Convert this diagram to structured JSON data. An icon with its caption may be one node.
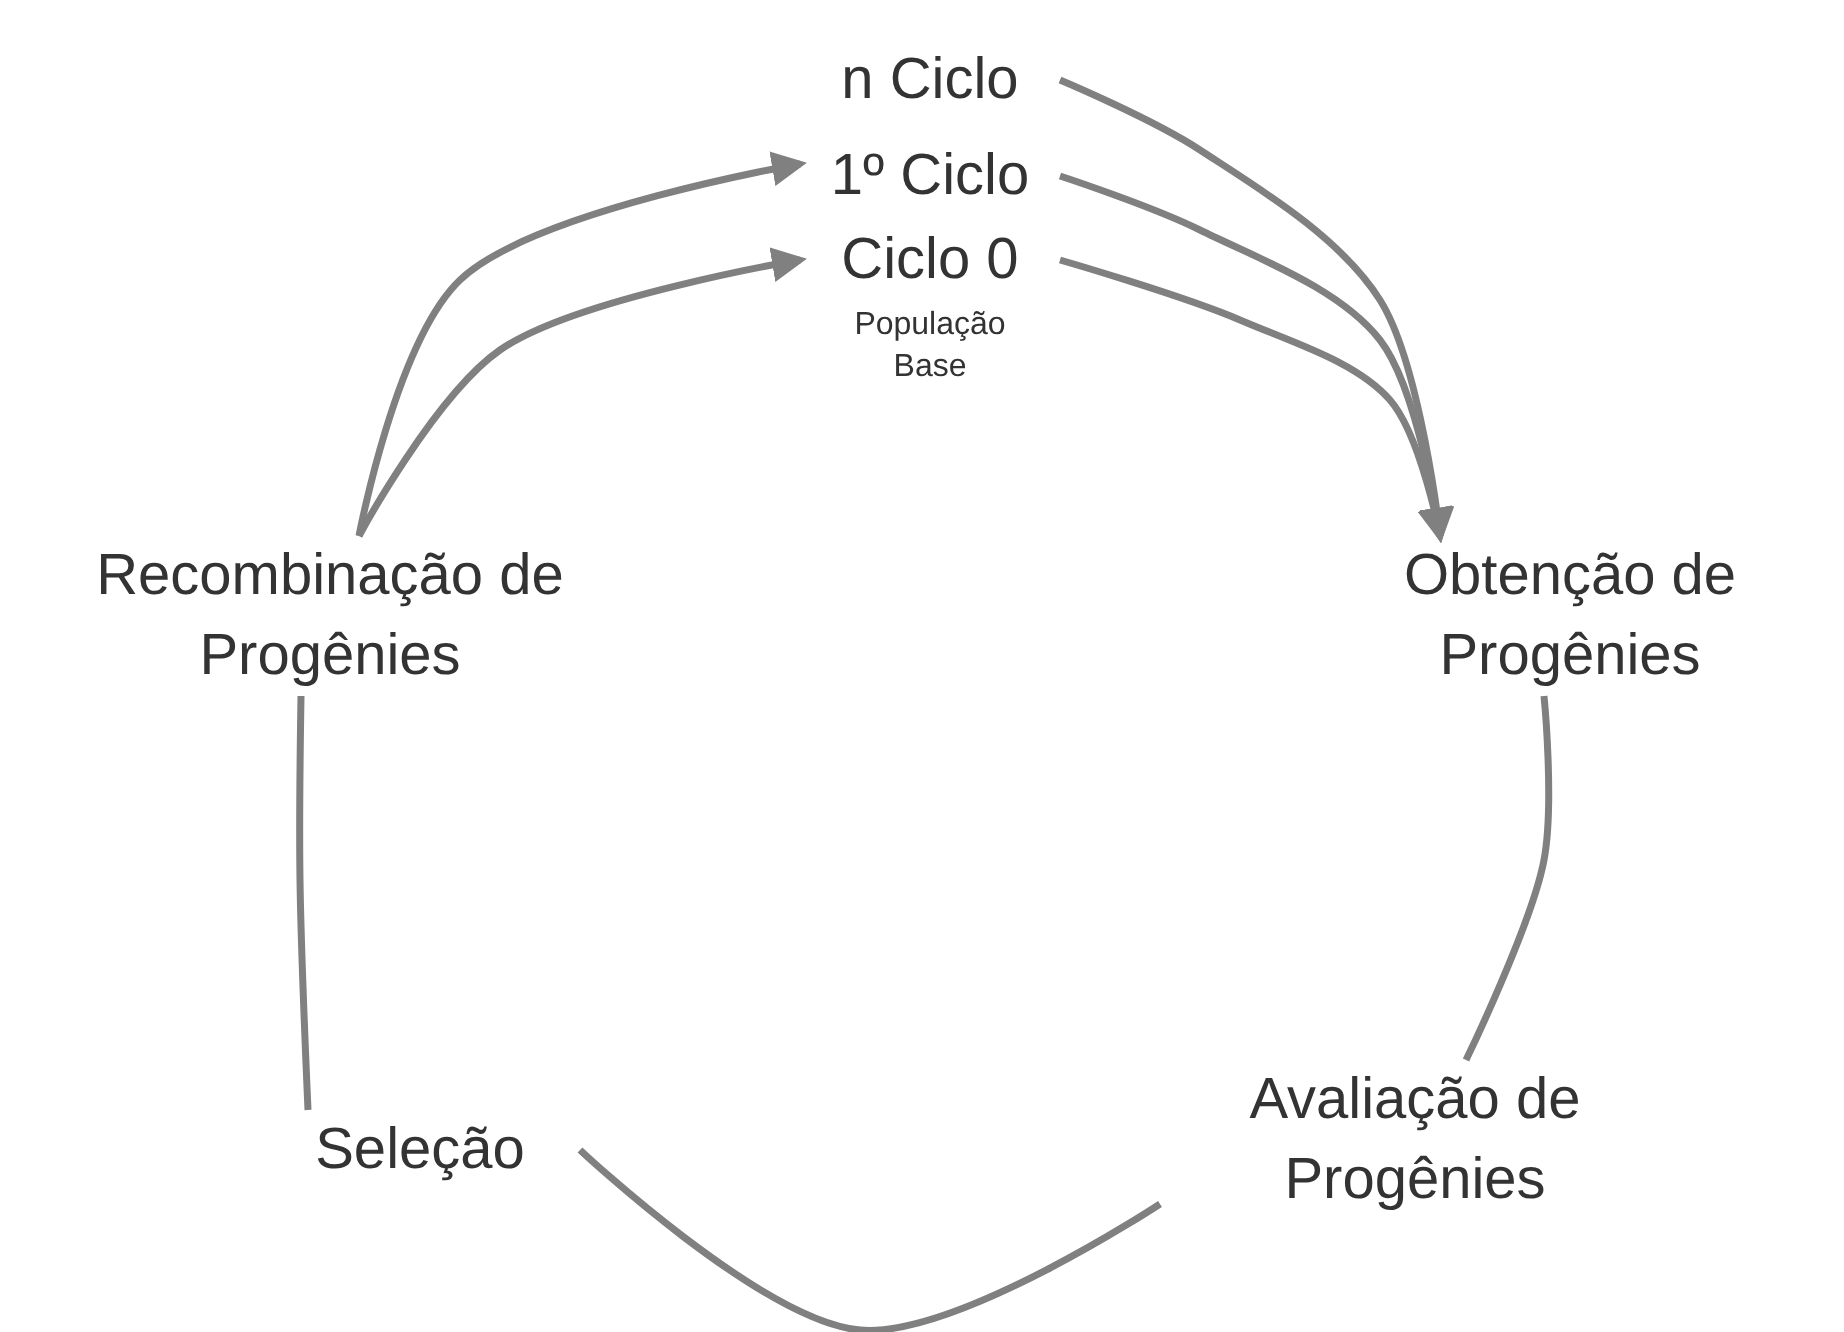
{
  "diagram": {
    "nodes": [
      {
        "text": [
          "n Ciclo"
        ]
      },
      {
        "text": [
          "1º Ciclo"
        ]
      },
      {
        "text": [
          "Ciclo 0"
        ],
        "beside": [
          "População Base"
        ]
      },
      {
        "text": [
          "Obtenção de Progênies"
        ]
      },
      {
        "text": [
          "Avaliação de Progênies"
        ]
      },
      {
        "text": [
          "Seleção"
        ]
      },
      {
        "text": [
          "Recombinação de Progênies"
        ]
      }
    ],
    "edges": [
      {
        "from": 0,
        "to": 3,
        "arrow": "to"
      },
      {
        "from": 1,
        "to": 3,
        "arrow": "to"
      },
      {
        "from": 2,
        "to": 3,
        "arrow": "to"
      },
      {
        "from": 3,
        "to": 4,
        "arrow": "none"
      },
      {
        "from": 4,
        "to": 5,
        "arrow": "none"
      },
      {
        "from": 5,
        "to": 6,
        "arrow": "none"
      },
      {
        "from": 6,
        "to": 1,
        "arrow": "to"
      },
      {
        "from": 6,
        "to": 2,
        "arrow": "to"
      }
    ]
  }
}
